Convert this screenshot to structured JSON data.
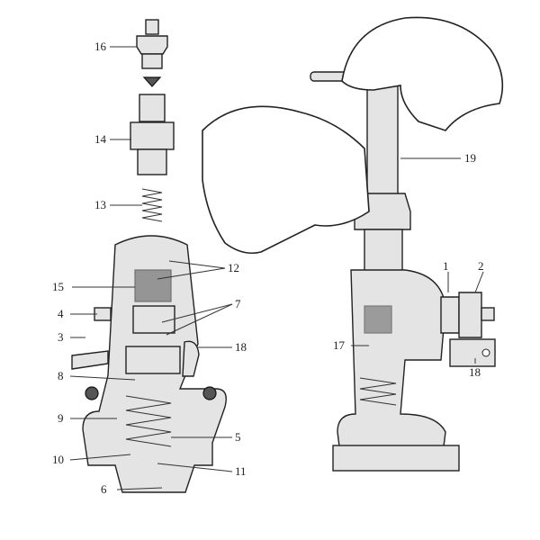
{
  "diagram": {
    "left_labels": {
      "l16": "16",
      "l14": "14",
      "l13": "13",
      "l12": "12",
      "l15": "15",
      "l7": "7",
      "l4": "4",
      "l3": "3",
      "l18": "18",
      "l8": "8",
      "l9": "9",
      "l5": "5",
      "l10": "10",
      "l11": "11",
      "l6": "6"
    },
    "right_labels": {
      "r19": "19",
      "r1": "1",
      "r2": "2",
      "r17": "17",
      "r18": "18"
    }
  }
}
